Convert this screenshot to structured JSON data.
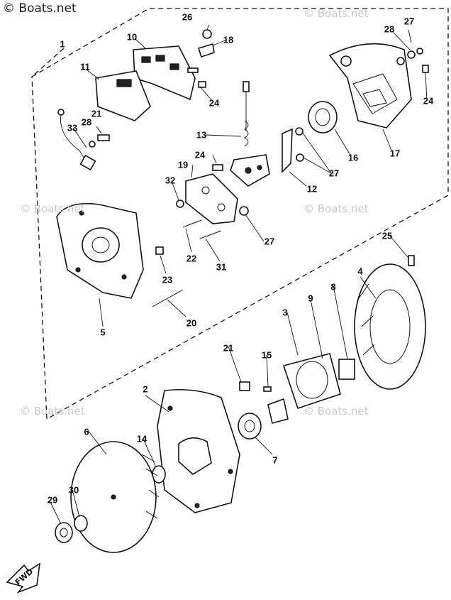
{
  "watermarks": {
    "top_left": "© Boats.net",
    "repeat": "© Boats.net"
  },
  "parts": {
    "p1": "1",
    "p2": "2",
    "p3": "3",
    "p4": "4",
    "p5": "5",
    "p6": "6",
    "p7": "7",
    "p8": "8",
    "p9": "9",
    "p10": "10",
    "p11": "11",
    "p12": "12",
    "p13": "13",
    "p14": "14",
    "p15": "15",
    "p16": "16",
    "p17": "17",
    "p18": "18",
    "p19": "19",
    "p20": "20",
    "p21a": "21",
    "p21b": "21",
    "p22": "22",
    "p23": "23",
    "p24a": "24",
    "p24b": "24",
    "p24c": "24",
    "p25": "25",
    "p26": "26",
    "p27a": "27",
    "p27b": "27",
    "p27c": "27",
    "p28a": "28",
    "p28b": "28",
    "p29": "29",
    "p30": "30",
    "p31": "31",
    "p32": "32",
    "p33": "33"
  },
  "direction": {
    "fwd": "FWD"
  }
}
